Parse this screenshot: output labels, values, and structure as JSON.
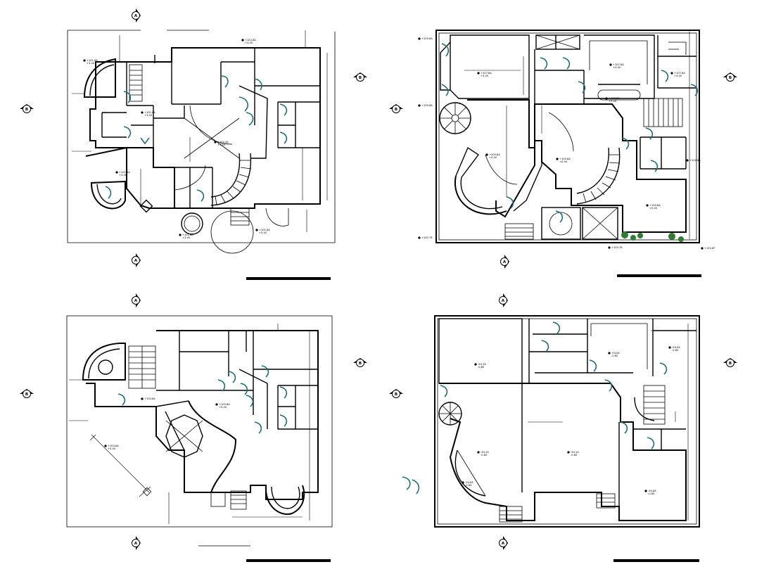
{
  "drawing": {
    "north_arrow_letter": "A",
    "side_arrow_letter": "B",
    "scale_bar_color": "#000000",
    "door_color": "#1f6f7a",
    "tree_color": "#2e7d32"
  },
  "plans": [
    {
      "id": "plan-top-left",
      "level_tags": [
        {
          "main": "+101.8A",
          "sub": "+3.40"
        },
        {
          "main": "+102.8A",
          "sub": "+3.40"
        },
        {
          "main": "+101.8A",
          "sub": "+3.40"
        },
        {
          "main": "+102.4A",
          "sub": "+3.40"
        },
        {
          "main": "+101.8A",
          "sub": "+3.40"
        },
        {
          "main": "+101.8A",
          "sub": "+3.40"
        },
        {
          "main": "+101.8A",
          "sub": "+3.40"
        }
      ]
    },
    {
      "id": "plan-top-right",
      "level_tags": [
        {
          "main": "+100.8A",
          "sub": ""
        },
        {
          "main": "+100.8A",
          "sub": ""
        },
        {
          "main": "+107.8A",
          "sub": "+3.40"
        },
        {
          "main": "+107.8A",
          "sub": "+3.40"
        },
        {
          "main": "+107.8A",
          "sub": "+3.40"
        },
        {
          "main": "+100.8A",
          "sub": "+0.40"
        },
        {
          "main": "+100.8A",
          "sub": "+0.40"
        },
        {
          "main": "+107.8A",
          "sub": "+0.40"
        },
        {
          "main": "+100.8A",
          "sub": ""
        },
        {
          "main": "+100.78",
          "sub": ""
        },
        {
          "main": "+100.8A",
          "sub": "+0.40"
        },
        {
          "main": "+100.78",
          "sub": ""
        },
        {
          "main": "+100.8T",
          "sub": ""
        }
      ]
    },
    {
      "id": "plan-bottom-left",
      "level_tags": [
        {
          "main": "+100.8A",
          "sub": "+0.40"
        },
        {
          "main": "+100.8A",
          "sub": "+0.40"
        },
        {
          "main": "+100.8A",
          "sub": ""
        }
      ]
    },
    {
      "id": "plan-bottom-right",
      "level_tags": [
        {
          "main": "-94.1A",
          "sub": "-0.80"
        },
        {
          "main": "-94.0A",
          "sub": "-0.80"
        },
        {
          "main": "-94.0A",
          "sub": "-0.80"
        },
        {
          "main": "-94.1A",
          "sub": "-0.80"
        },
        {
          "main": "-94.1A",
          "sub": "-0.80"
        },
        {
          "main": "-94.0A",
          "sub": "-0.80"
        },
        {
          "main": "-94.8A",
          "sub": "-0.80"
        }
      ]
    }
  ]
}
